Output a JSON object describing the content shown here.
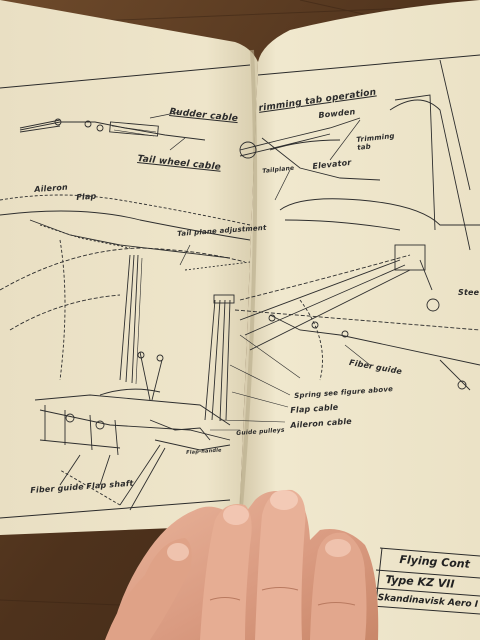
{
  "labels": {
    "rudder_cable": "Rudder cable",
    "tail_wheel_cable": "Tail wheel cable",
    "trimming_tab_operation": "rimming tab operation",
    "bowden": "Bowden",
    "trimming_tab": "Trimming tab",
    "tailplane": "Tailplane",
    "elevator": "Elevator",
    "aileron": "Aileron",
    "flap": "Flap",
    "tail_plane_adjustment": "Tail plane adjustment",
    "stee": "Stee",
    "fiber_guide_right": "Fiber guide",
    "spring": "Spring see figure above",
    "flap_cable": "Flap cable",
    "aileron_cable": "Aileron cable",
    "guide_pulleys": "Guide pulleys",
    "flap_handle": "Flap-handle",
    "fiber_guide_left": "Fiber guide",
    "flap_shaft": "Flap shaft"
  },
  "title_block": {
    "line1": "Flying Cont",
    "line2": "Type KZ VII",
    "line3": "Skandinavisk Aero I"
  },
  "colors": {
    "table": "#5a3b22",
    "paper": "#efe6cc",
    "ink": "#2b2b2b",
    "skin": "#e3a98f"
  }
}
